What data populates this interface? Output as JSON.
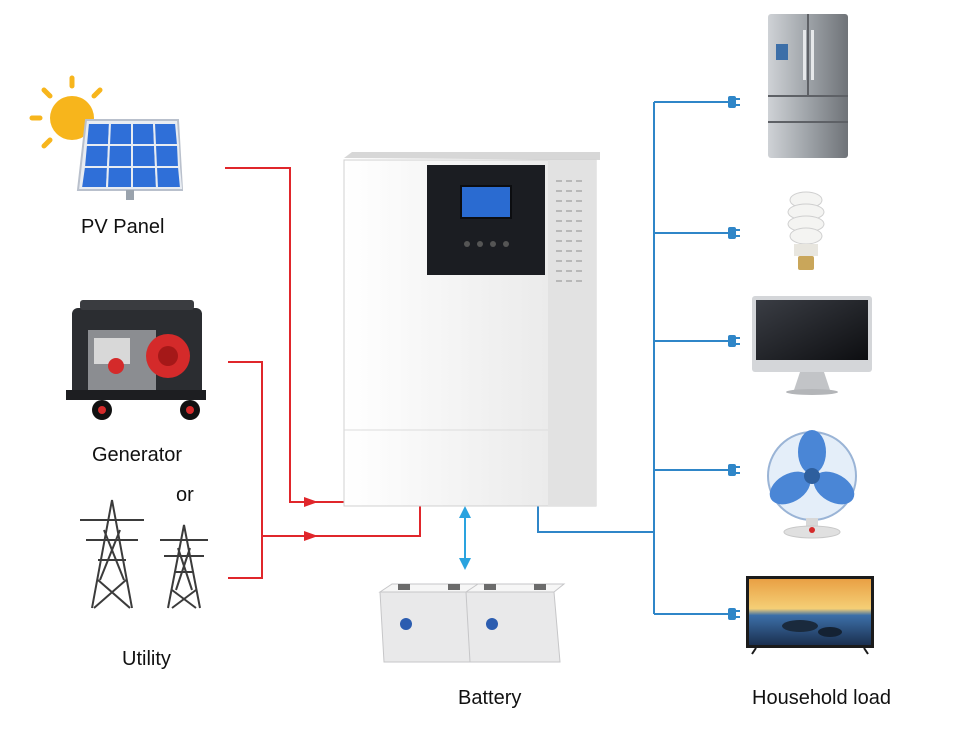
{
  "labels": {
    "pv_panel": "PV Panel",
    "generator": "Generator",
    "or": "or",
    "utility": "Utility",
    "battery": "Battery",
    "household_load": "Household load"
  },
  "colors": {
    "input_line": "#e0262b",
    "output_line": "#2f86c8",
    "battery_arrow": "#2aa3df",
    "inverter_body": "#f3f3f3",
    "panel_dark": "#1b1d22",
    "screen": "#2a6bd1"
  },
  "icons": [
    "sun-icon",
    "solar-panel-icon",
    "generator-icon",
    "power-tower-icon",
    "inverter-icon",
    "battery-icon",
    "refrigerator-icon",
    "light-bulb-icon",
    "monitor-icon",
    "fan-icon",
    "television-icon",
    "plug-icon"
  ]
}
